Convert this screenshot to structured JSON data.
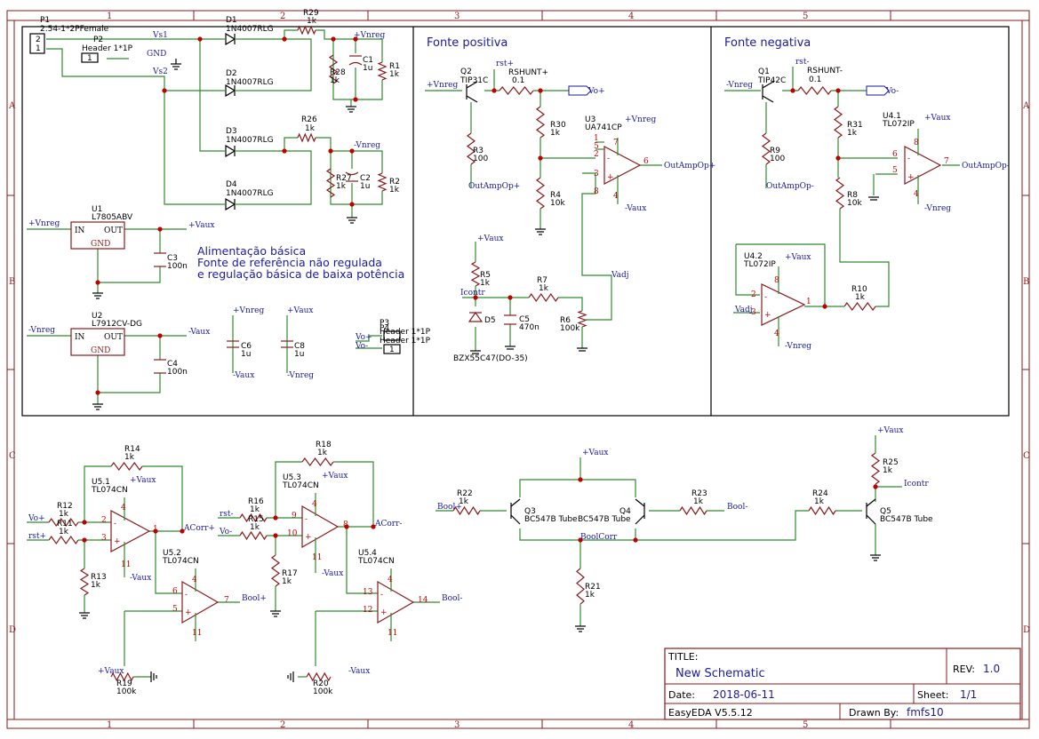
{
  "zones": {
    "cols": [
      "1",
      "2",
      "3",
      "4",
      "5"
    ],
    "rows": [
      "A",
      "B",
      "C",
      "D"
    ]
  },
  "sections": {
    "positive": "Fonte positiva",
    "negative": "Fonte negativa",
    "note": [
      "Alimentação básica",
      "Fonte de referência não regulada",
      "e regulação básica de baixa potência"
    ]
  },
  "components": {
    "p1": [
      "P1",
      "2.54-1*2PFemale"
    ],
    "p2": [
      "P2",
      "Header 1*1P"
    ],
    "p3": [
      "P3",
      "Header 1*1P"
    ],
    "p4": [
      "P4",
      "Header 1*1P"
    ],
    "d1": [
      "D1",
      "1N4007RLG"
    ],
    "d2": [
      "D2",
      "1N4007RLG"
    ],
    "d3": [
      "D3",
      "1N4007RLG"
    ],
    "d4": [
      "D4",
      "1N4007RLG"
    ],
    "r29": [
      "R29",
      "1k"
    ],
    "r28": [
      "R28",
      "1k"
    ],
    "r1": [
      "R1",
      "1k"
    ],
    "c1": [
      "C1",
      "1u"
    ],
    "r26": [
      "R26",
      "1k"
    ],
    "r27": [
      "R27",
      "1k"
    ],
    "r2": [
      "R2",
      "1k"
    ],
    "c2": [
      "C2",
      "1u"
    ],
    "u1": [
      "U1",
      "L7805ABV"
    ],
    "u2": [
      "U2",
      "L7912CV-DG"
    ],
    "c3": [
      "C3",
      "100n"
    ],
    "c4": [
      "C4",
      "100n"
    ],
    "c6": [
      "C6",
      "1u"
    ],
    "c8": [
      "C8",
      "1u"
    ],
    "q2": [
      "Q2",
      "TIP31C"
    ],
    "rshp": [
      "RSHUNT+",
      "0.1"
    ],
    "r30": [
      "R30",
      "1k"
    ],
    "r3": [
      "R3",
      "100"
    ],
    "u3": [
      "U3",
      "UA741CP"
    ],
    "r4": [
      "R4",
      "10k"
    ],
    "r5": [
      "R5",
      "1k"
    ],
    "r7": [
      "R7",
      "1k"
    ],
    "c5": [
      "C5",
      "470n"
    ],
    "d5": [
      "D5",
      "BZX55C47(DO-35)"
    ],
    "r6": [
      "R6",
      "100k"
    ],
    "q1": [
      "Q1",
      "TIP42C"
    ],
    "rshn": [
      "RSHUNT-",
      "0.1"
    ],
    "r31": [
      "R31",
      "1k"
    ],
    "r9": [
      "R9",
      "100"
    ],
    "u41": [
      "U4.1",
      "TL072IP"
    ],
    "r8": [
      "R8",
      "10k"
    ],
    "u42": [
      "U4.2",
      "TL072IP"
    ],
    "r10": [
      "R10",
      "1k"
    ],
    "r14": [
      "R14",
      "1k"
    ],
    "r12": [
      "R12",
      "1k"
    ],
    "r11": [
      "R11",
      "1k"
    ],
    "r13": [
      "R13",
      "1k"
    ],
    "u51": [
      "U5.1",
      "TL074CN"
    ],
    "u52": [
      "U5.2",
      "TL074CN"
    ],
    "r19": [
      "R19",
      "100k"
    ],
    "r18": [
      "R18",
      "1k"
    ],
    "r16": [
      "R16",
      "1k"
    ],
    "r15": [
      "R15",
      "1k"
    ],
    "r17": [
      "R17",
      "1k"
    ],
    "u53": [
      "U5.3",
      "TL074CN"
    ],
    "u54": [
      "U5.4",
      "TL074CN"
    ],
    "r20": [
      "R20",
      "100k"
    ],
    "r22": [
      "R22",
      "1k"
    ],
    "q3": [
      "Q3",
      "BC547B Tube"
    ],
    "q4": [
      "Q4",
      "BC547B Tube"
    ],
    "r23": [
      "R23",
      "1k"
    ],
    "r21": [
      "R21",
      "1k"
    ],
    "r24": [
      "R24",
      "1k"
    ],
    "q5": [
      "Q5",
      "BC547B Tube"
    ],
    "r25": [
      "R25",
      "1k"
    ]
  },
  "nets": {
    "vs1": "Vs1",
    "vs2": "Vs2",
    "gnd": "GND",
    "vnreg_p": "+Vnreg",
    "vnreg_n": "-Vnreg",
    "vaux_p": "+Vaux",
    "vaux_n": "-Vaux",
    "vo_p": "Vo+",
    "vo_n": "Vo-",
    "rst_p": "rst+",
    "rst_n": "rst-",
    "outamp_p": "OutAmpOp+",
    "outamp_n": "OutAmpOp-",
    "icontr": "Icontr",
    "vadj": "Vadj",
    "acorr_p": "ACorr+",
    "acorr_n": "ACorr-",
    "bool_p": "Bool+",
    "bool_n": "Bool-",
    "boolcorr": "BoolCorr"
  },
  "pins": {
    "in": "IN",
    "out": "OUT",
    "gnd": "GND"
  },
  "title_block": {
    "title_label": "TITLE:",
    "title": "New Schematic",
    "rev_label": "REV:",
    "rev": "1.0",
    "date_label": "Date:",
    "date": "2018-06-11",
    "sheet_label": "Sheet:",
    "sheet": "1/1",
    "tool": "EasyEDA V5.5.12",
    "drawn_label": "Drawn By:",
    "drawn": "fmfs10"
  },
  "colors": {
    "frame": "#8b1a1a",
    "wire": "#2e8b2e",
    "net_text": "#1a1aa0",
    "junction": "#c00000"
  }
}
